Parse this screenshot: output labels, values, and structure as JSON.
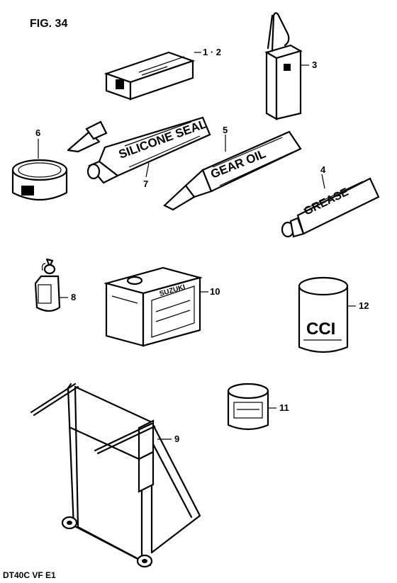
{
  "figure_title": "FIG. 34",
  "footer_code": "DT40C VF E1",
  "callouts": {
    "p1_2": "1 · 2",
    "p3": "3",
    "p4": "4",
    "p5": "5",
    "p6": "6",
    "p7": "7",
    "p8": "8",
    "p9": "9",
    "p10": "10",
    "p11": "11",
    "p12": "12"
  },
  "product_labels": {
    "silicone_seal": "SILICONE SEAL",
    "gear_oil": "GEAR OIL",
    "grease": "GREASE",
    "ccg": "CCI",
    "can_brand": "SUZUKI"
  }
}
